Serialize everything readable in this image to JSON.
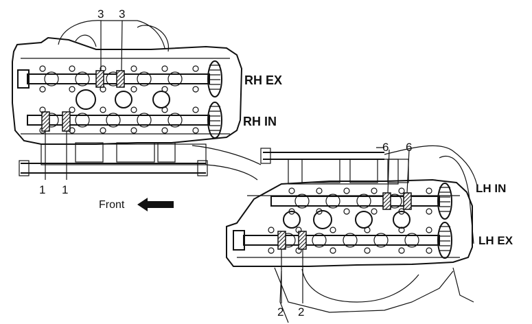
{
  "labels": {
    "rh_ex": "RH EX",
    "rh_in": "RH IN",
    "lh_in": "LH IN",
    "lh_ex": "LH EX",
    "front": "Front"
  },
  "callouts": {
    "rh_top_left": "3",
    "rh_top_right": "3",
    "rh_bottom_left": "1",
    "rh_bottom_right": "1",
    "lh_top_left": "6",
    "lh_top_right": "6",
    "lh_bottom_left": "2",
    "lh_bottom_right": "2"
  }
}
